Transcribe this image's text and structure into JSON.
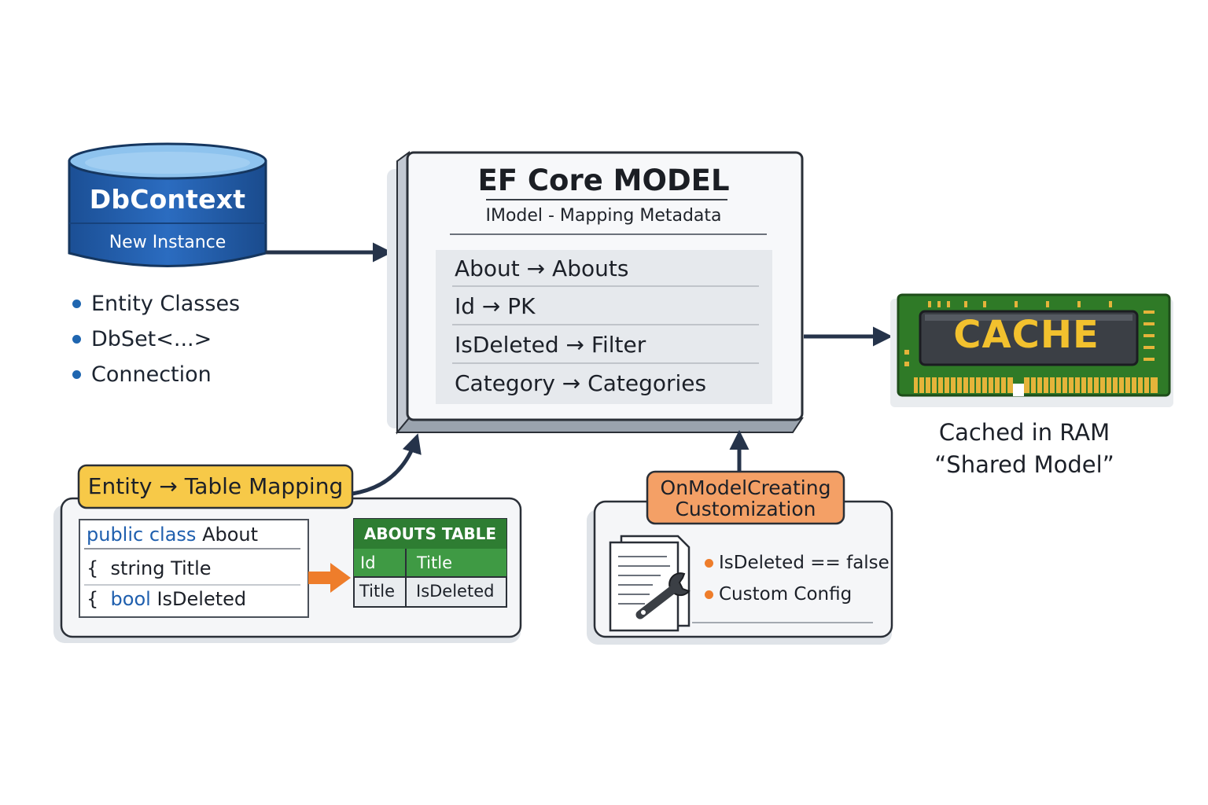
{
  "dbcontext": {
    "title": "DbContext",
    "subtitle": "New Instance",
    "items": [
      "Entity Classes",
      "DbSet<...>",
      "Connection"
    ]
  },
  "model": {
    "title": "EF Core MODEL",
    "subtitle": "IModel - Mapping Metadata",
    "mappings": [
      "About → Abouts",
      "Id → PK",
      "IsDeleted → Filter",
      "Category → Categories"
    ]
  },
  "cache": {
    "label": "CACHE",
    "caption_line1": "Cached in RAM",
    "caption_line2": "“Shared Model”"
  },
  "entity_mapping": {
    "tag": "Entity → Table Mapping",
    "code": {
      "kw_public": "public",
      "kw_class": "class",
      "class_name": "About",
      "brace": "{",
      "line1": "string Title",
      "kw_bool": "bool",
      "line2_name": "IsDeleted"
    },
    "table": {
      "title": "ABOUTS TABLE",
      "header_col1": "Id",
      "header_col2": "Title",
      "row_col1": "Title",
      "row_col2": "IsDeleted"
    }
  },
  "customization": {
    "tag_line1": "OnModelCreating",
    "tag_line2": "Customization",
    "items": [
      "IsDeleted == false",
      "Custom Config"
    ]
  },
  "icons": [
    "database-cylinder-icon",
    "memory-module-icon",
    "document-wrench-icon"
  ],
  "colors": {
    "db_blue": "#1f5fae",
    "cache_green": "#2f7a27",
    "cache_text": "#f2c12e",
    "table_green": "#2e7d32",
    "tag_yellow": "#f7c948",
    "tag_orange": "#f4a066",
    "arrow_navy": "#25334a",
    "arrow_orange": "#ee7d2b"
  }
}
